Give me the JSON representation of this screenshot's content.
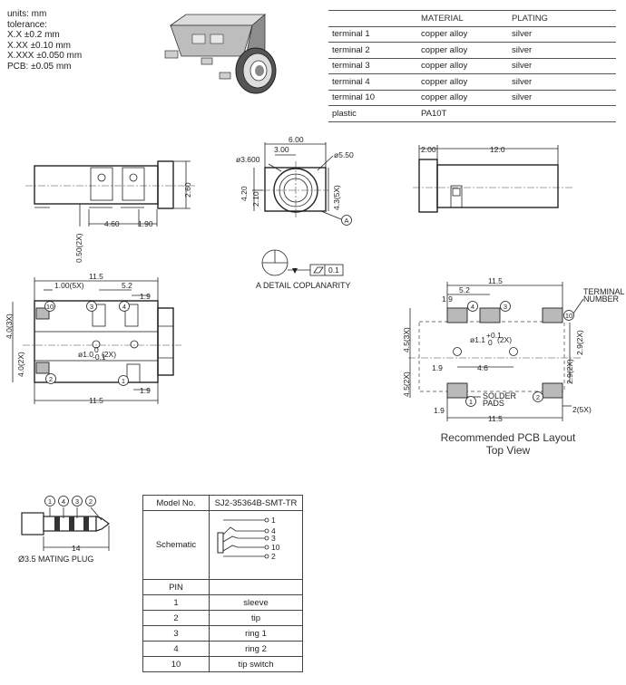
{
  "tolerance": {
    "lines": [
      "units: mm",
      "tolerance:",
      "X.X ±0.2 mm",
      "X.XX ±0.10 mm",
      "X.XXX ±0.050 mm",
      "PCB: ±0.05 mm"
    ]
  },
  "materials": {
    "headers": [
      "",
      "MATERIAL",
      "PLATING"
    ],
    "rows": [
      [
        "terminal 1",
        "copper alloy",
        "silver"
      ],
      [
        "terminal 2",
        "copper alloy",
        "silver"
      ],
      [
        "terminal 3",
        "copper alloy",
        "silver"
      ],
      [
        "terminal 4",
        "copper alloy",
        "silver"
      ],
      [
        "terminal 10",
        "copper alloy",
        "silver"
      ],
      [
        "plastic",
        "PA10T",
        ""
      ]
    ]
  },
  "side_view": {
    "dims": [
      "4.60",
      "1.90",
      "2.60",
      "0.50(2X)"
    ]
  },
  "front_view": {
    "dims": [
      "6.00",
      "3.00",
      "ø3.600",
      "ø5.50",
      "4.20",
      "2.10",
      "4.3(5X)"
    ],
    "detail_ref": "A"
  },
  "back_view": {
    "dims": [
      "2.00",
      "12.0"
    ]
  },
  "detail": {
    "tolerance": "0.1",
    "caption": "A DETAIL  COPLANARITY"
  },
  "top_view": {
    "dims": [
      "11.5",
      "1.00(5X)",
      "5.2",
      "1.9",
      "4.0(3X)",
      "4.0(2X)",
      "11.5",
      "1.9"
    ],
    "hole_label": "ø1.0",
    "hole_tol": "0",
    "hole_tol2": "-0.1",
    "hole_count": "(2X)",
    "pins": [
      "10",
      "3",
      "4",
      "2",
      "1"
    ]
  },
  "pcb_layout": {
    "dims": [
      "11.5",
      "5.2",
      "1.9",
      "4.5(3X)",
      "4.5(2X)",
      "2.9(2X)",
      "2.9(2X)",
      "1.9",
      "4.6",
      "1.9",
      "11.5",
      "2(5X)"
    ],
    "hole_label": "ø1.1",
    "hole_tol": "+0.1",
    "hole_tol2": "0",
    "hole_count": "(2X)",
    "terminal_label": [
      "TERMINAL",
      "NUMBER"
    ],
    "pads_label": [
      "SOLDER",
      "PADS"
    ],
    "pins": [
      "4",
      "3",
      "10",
      "1",
      "2"
    ],
    "caption_line1": "Recommended PCB Layout",
    "caption_line2": "Top View"
  },
  "plug": {
    "pins": [
      "1",
      "4",
      "3",
      "2"
    ],
    "dim": "14",
    "caption": "Ø3.5 MATING PLUG"
  },
  "model_table": {
    "model_label": "Model No.",
    "model_value": "SJ2-35364B-SMT-TR",
    "schematic_label": "Schematic",
    "schematic_pins": [
      "1",
      "4",
      "3",
      "10",
      "2"
    ],
    "pin_header": "PIN",
    "pins": [
      [
        "1",
        "sleeve"
      ],
      [
        "2",
        "tip"
      ],
      [
        "3",
        "ring 1"
      ],
      [
        "4",
        "ring 2"
      ],
      [
        "10",
        "tip switch"
      ]
    ]
  }
}
